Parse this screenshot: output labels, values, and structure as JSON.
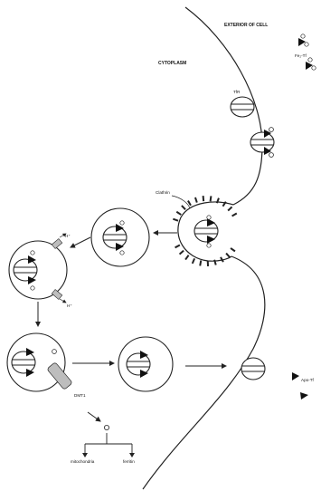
{
  "labels": {
    "exterior": "EXTERIOR OF CELL",
    "cytoplasm": "CYTOPLASM",
    "receptor": "TfR",
    "ligand_top": "Fe₂-Tf",
    "clathrin": "Clathrin",
    "h_plus": "H⁺",
    "dmt1": "DMT1",
    "mitochondria": "mitochondria",
    "ferritin": "ferritin",
    "apo_tf": "Apo-Tf"
  },
  "icons": [
    "receptor-icon",
    "iron-transferrin-icon",
    "clathrin-pit-icon",
    "endosome-icon",
    "proton-pump-icon",
    "dmt1-transporter-icon",
    "arrow-icon"
  ],
  "colors": {
    "stroke": "#222222",
    "fill_dark": "#111111",
    "fill_gray": "#bdbdbd",
    "background": "#ffffff"
  }
}
